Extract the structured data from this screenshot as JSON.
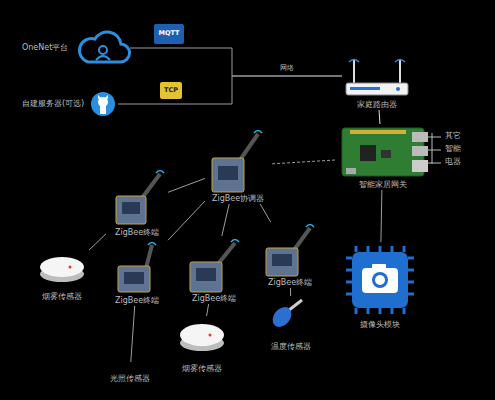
{
  "diagram": {
    "nodes": [
      {
        "text": [
          "OneNet平台"
        ]
      },
      {
        "text": [
          "MQTT"
        ]
      },
      {
        "text": [
          "自建服务器(可选)"
        ]
      },
      {
        "text": [
          "TCP"
        ]
      },
      {
        "text": [
          "家庭路由器"
        ]
      },
      {
        "text": [
          "智能家居网关"
        ]
      },
      {
        "text": [
          "ZigBee协调器"
        ]
      },
      {
        "text": [
          "ZigBee终端"
        ]
      },
      {
        "text": [
          "ZigBee终端"
        ]
      },
      {
        "text": [
          "ZigBee终端"
        ]
      },
      {
        "text": [
          "ZigBee终端"
        ]
      },
      {
        "text": [
          "烟雾传感器"
        ]
      },
      {
        "text": [
          "光照传感器"
        ]
      },
      {
        "text": [
          "烟雾传感器"
        ]
      },
      {
        "text": [
          "温度传感器"
        ]
      },
      {
        "text": [
          "摄像头模块"
        ]
      }
    ],
    "edges": [
      {
        "from": 0,
        "to": 4,
        "arrow": "none",
        "label": "网络"
      },
      {
        "from": 2,
        "to": 4,
        "arrow": "none"
      },
      {
        "from": 4,
        "to": 5,
        "arrow": "none"
      },
      {
        "from": 5,
        "to": 6,
        "arrow": "none"
      },
      {
        "from": 6,
        "to": 7,
        "arrow": "none"
      },
      {
        "from": 6,
        "to": 8,
        "arrow": "none"
      },
      {
        "from": 6,
        "to": 9,
        "arrow": "none"
      },
      {
        "from": 6,
        "to": 10,
        "arrow": "none"
      },
      {
        "from": 5,
        "to": 15,
        "arrow": "none"
      },
      {
        "from": 7,
        "to": 11,
        "arrow": "none"
      },
      {
        "from": 8,
        "to": 12,
        "arrow": "none"
      },
      {
        "from": 9,
        "to": 13,
        "arrow": "none"
      },
      {
        "from": 10,
        "to": 14,
        "arrow": "none"
      }
    ],
    "labels": [
      "其它",
      "智能",
      "电器"
    ]
  }
}
